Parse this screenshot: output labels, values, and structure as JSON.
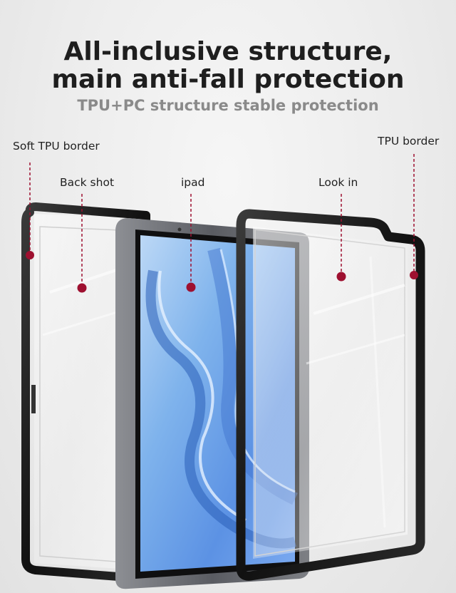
{
  "headline": {
    "line1": "All-inclusive structure,",
    "line2": "main anti-fall protection"
  },
  "subheadline": "TPU+PC structure stable protection",
  "callouts": {
    "soft_tpu_border": "Soft TPU border",
    "back_shot": "Back shot",
    "ipad": "ipad",
    "look_in": "Look in",
    "tpu_border": "TPU border"
  },
  "colors": {
    "background": "#ececec",
    "headline": "#1e1e1e",
    "subheadline": "#8a8a8a",
    "callout_marker": "#9e1030",
    "frame": "#1a1a1a",
    "screen": "#6ea8ea"
  }
}
